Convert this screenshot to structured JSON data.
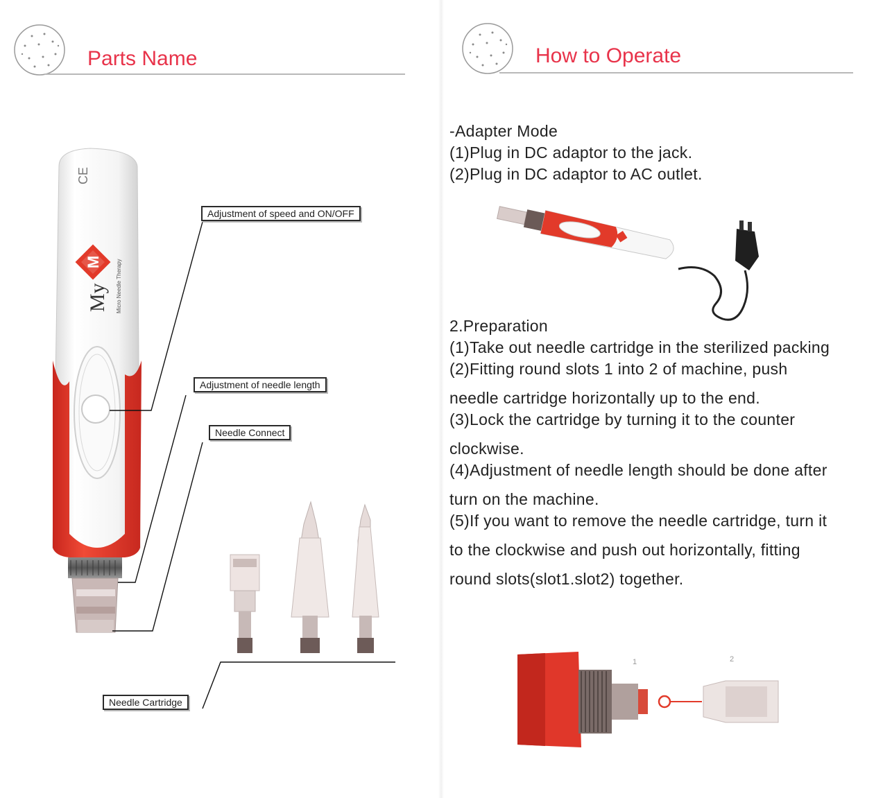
{
  "parts_name": {
    "title": "Parts Name",
    "labels": {
      "speed": "Adjustment of speed and ON/OFF",
      "needle_length": "Adjustment of needle length",
      "needle_connect": "Needle Connect",
      "needle_cartridge": "Needle Cartridge"
    },
    "device": {
      "brand": "My",
      "logo_letter": "M",
      "subtitle": "Micro Needle Therapy",
      "ce_mark": "CE"
    }
  },
  "how_to_operate": {
    "title": "How to Operate",
    "adapter_mode": {
      "heading": "-Adapter Mode",
      "steps": [
        "(1)Plug in DC adaptor to the jack.",
        "(2)Plug in DC adaptor to AC outlet."
      ]
    },
    "preparation": {
      "heading": "2.Preparation",
      "lines": [
        "(1)Take out needle cartridge in the sterilized packing",
        "(2)Fitting round slots 1 into 2 of machine, push",
        "needle cartridge horizontally up to the end.",
        "(3)Lock the cartridge by turning it to the counter",
        "clockwise.",
        "(4)Adjustment of needle length should be done after",
        "turn on the machine.",
        "(5)If you want to remove the needle cartridge, turn it",
        "to the clockwise and push out horizontally, fitting",
        "round slots(slot1.slot2) together."
      ]
    },
    "slot_numbers": [
      "1",
      "2"
    ]
  },
  "colors": {
    "title_red": "#e8334a",
    "device_red": "#e23a2a",
    "rule_gray": "#b8b8b8"
  }
}
